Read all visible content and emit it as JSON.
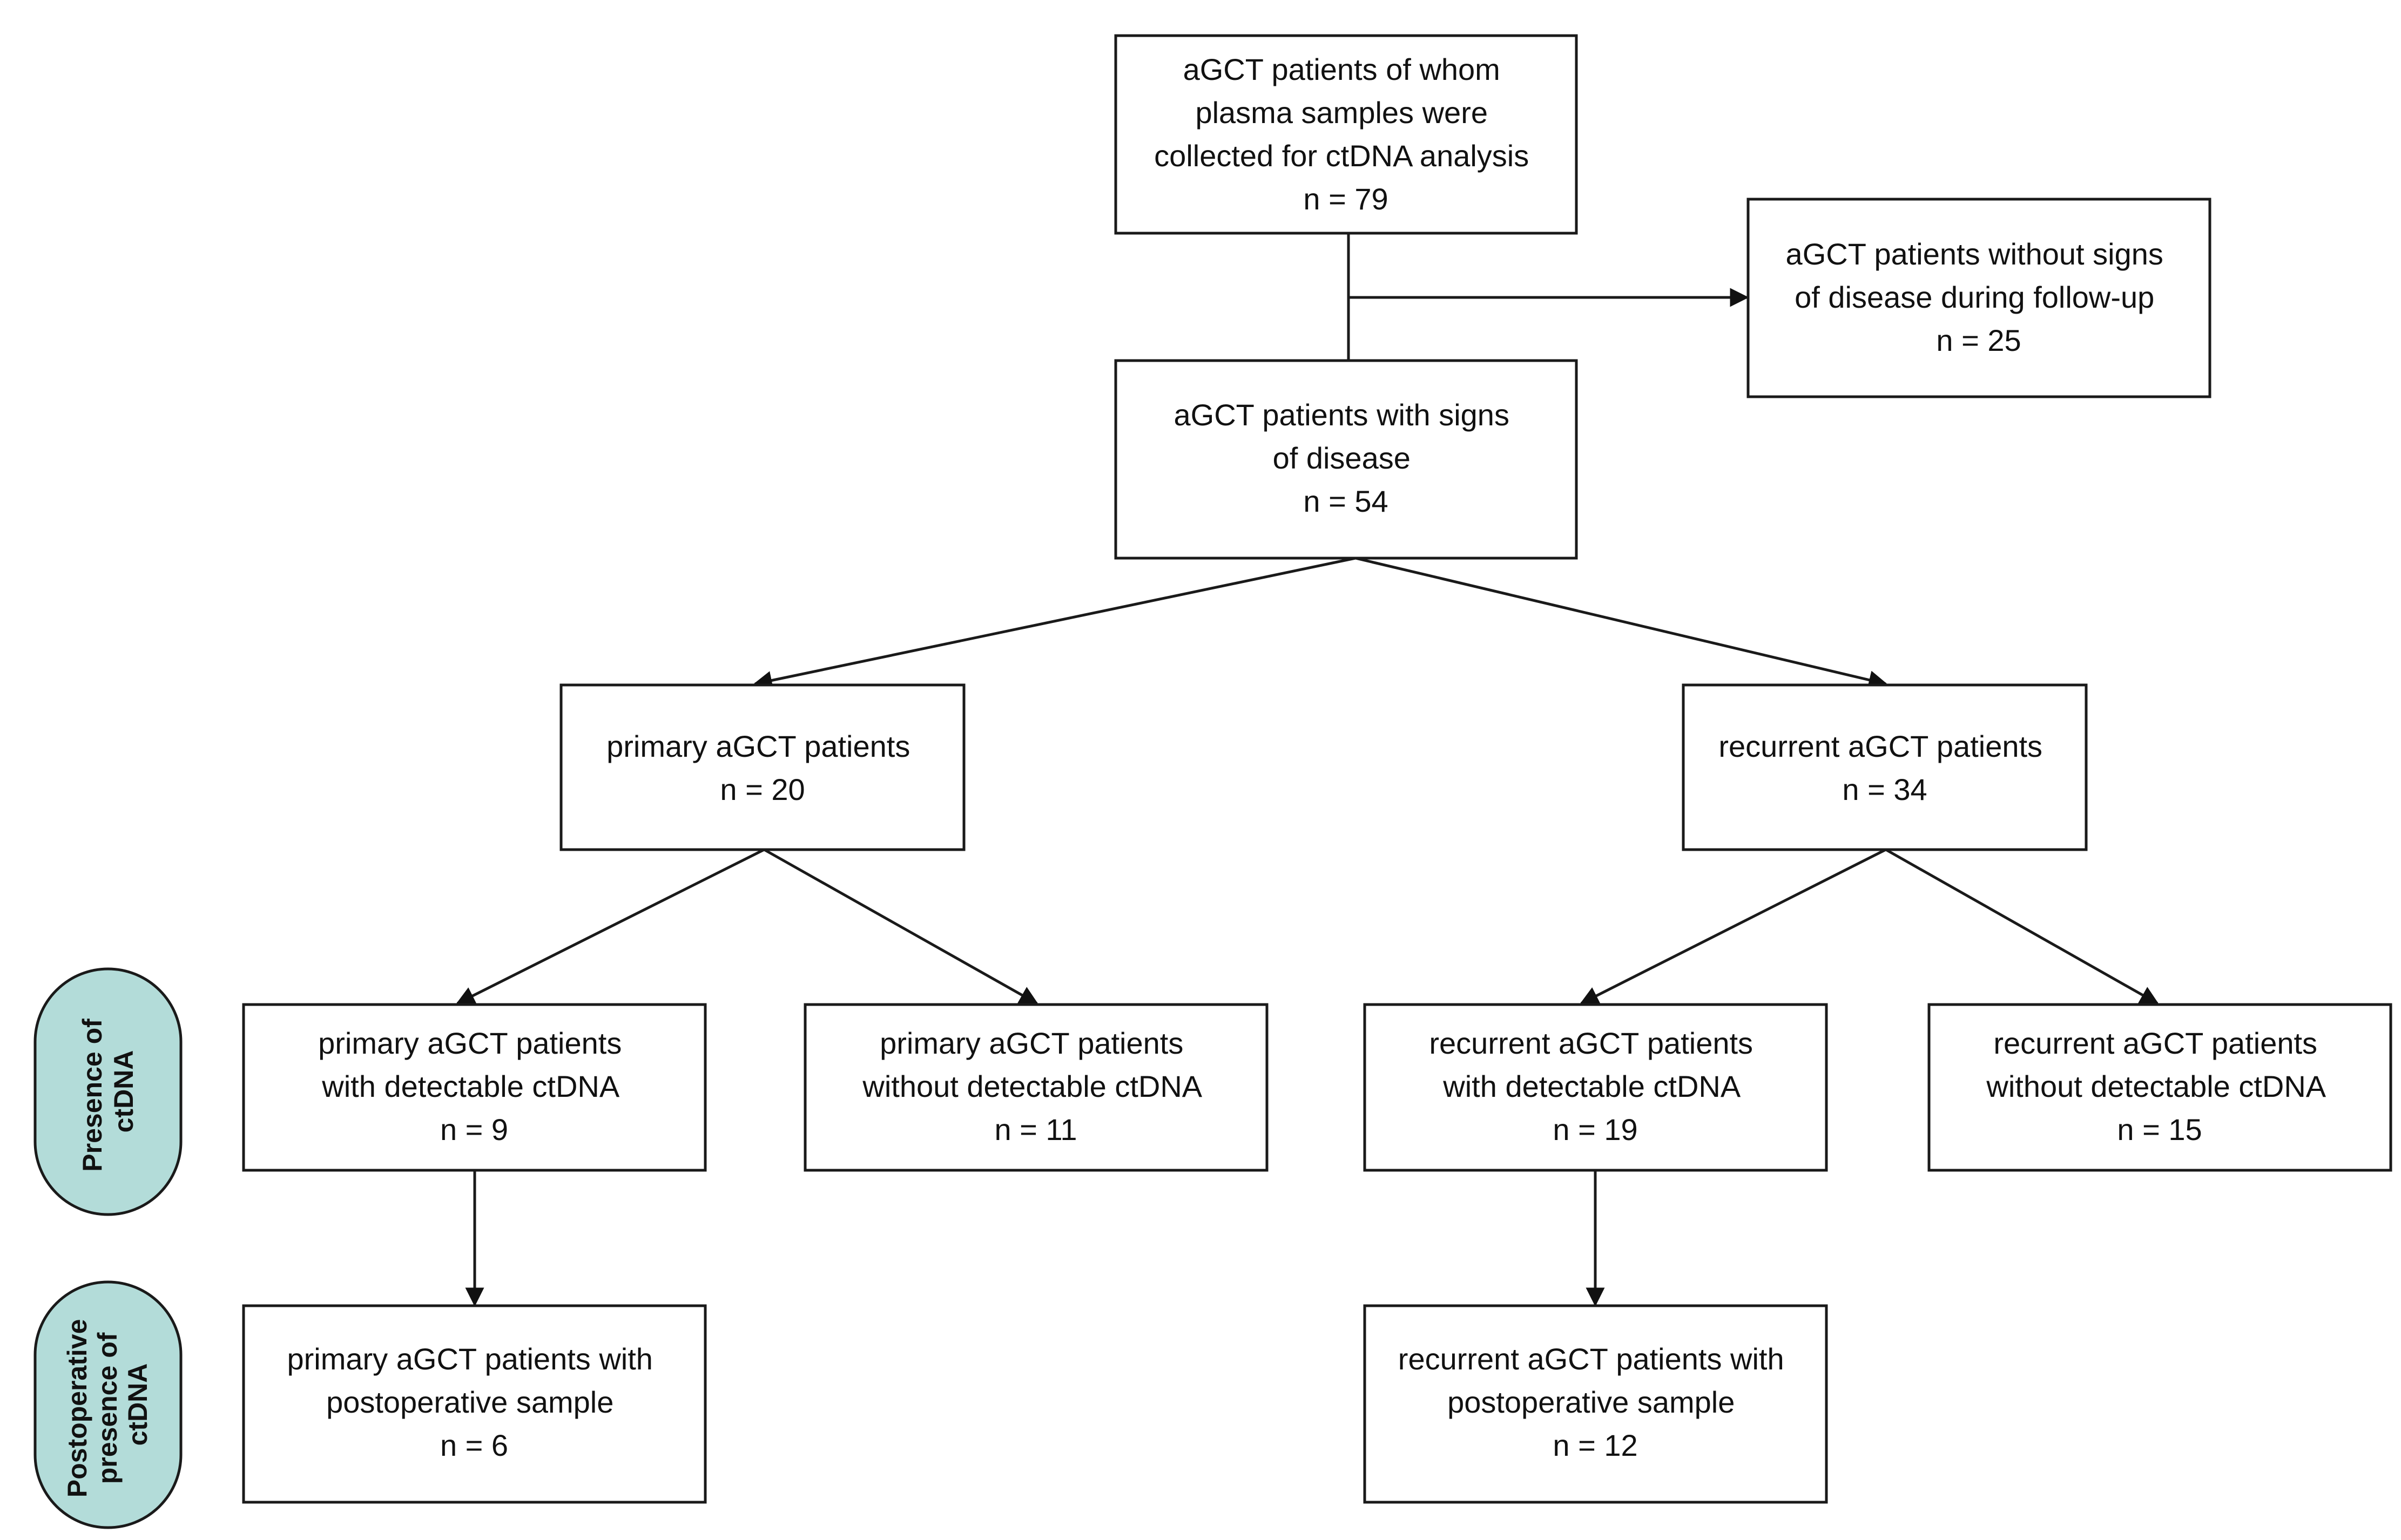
{
  "nodes": {
    "all_patients": {
      "lines": [
        "aGCT patients of whom",
        "plasma samples were",
        "collected for ctDNA analysis",
        "n = 79"
      ]
    },
    "no_signs": {
      "lines": [
        "aGCT patients without signs",
        "of disease during follow-up",
        "n = 25"
      ]
    },
    "with_signs": {
      "lines": [
        "aGCT patients with signs",
        "of disease",
        "n = 54"
      ]
    },
    "primary": {
      "lines": [
        "primary aGCT patients",
        "n = 20"
      ]
    },
    "recurrent": {
      "lines": [
        "recurrent aGCT patients",
        "n = 34"
      ]
    },
    "primary_detectable": {
      "lines": [
        "primary aGCT patients",
        "with detectable ctDNA",
        "n = 9"
      ]
    },
    "primary_undetectable": {
      "lines": [
        "primary aGCT patients",
        "without detectable ctDNA",
        "n = 11"
      ]
    },
    "recurrent_detectable": {
      "lines": [
        "recurrent aGCT patients",
        "with detectable ctDNA",
        "n = 19"
      ]
    },
    "recurrent_undetectable": {
      "lines": [
        "recurrent aGCT patients",
        "without detectable ctDNA",
        "n = 15"
      ]
    },
    "primary_postop": {
      "lines": [
        "primary aGCT patients with",
        "postoperative sample",
        "n = 6"
      ]
    },
    "recurrent_postop": {
      "lines": [
        "recurrent aGCT patients with",
        "postoperative sample",
        "n = 12"
      ]
    }
  },
  "side_labels": {
    "presence": {
      "lines": [
        "Presence of",
        "ctDNA"
      ]
    },
    "postoperative": {
      "lines": [
        "Postoperative",
        "presence of",
        "ctDNA"
      ]
    }
  },
  "colors": {
    "side_label_fill": "#b3dcd9",
    "stroke": "#1a1a1a",
    "text": "#111111"
  }
}
